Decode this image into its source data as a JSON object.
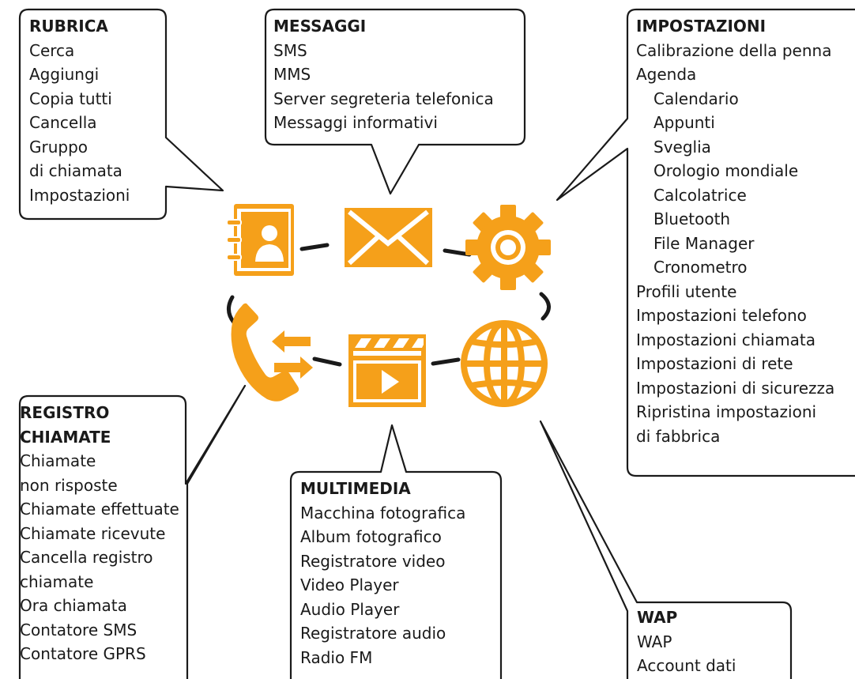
{
  "colors": {
    "accent": "#f5a01a",
    "line": "#1a1a1a",
    "bg": "#ffffff"
  },
  "icons": [
    "contacts-book-icon",
    "envelope-icon",
    "gear-icon",
    "phone-arrows-icon",
    "clapperboard-play-icon",
    "globe-icon"
  ],
  "rubrica": {
    "title": "RUBRICA",
    "items": [
      "Cerca",
      "Aggiungi",
      "Copia tutti",
      "Cancella",
      "Gruppo",
      "di chiamata",
      "Impostazioni"
    ]
  },
  "messaggi": {
    "title": "MESSAGGI",
    "items": [
      "SMS",
      "MMS",
      "Server segreteria telefonica",
      "Messaggi informativi"
    ]
  },
  "impostazioni": {
    "title": "IMPOSTAZIONI",
    "items": [
      "Calibrazione della penna",
      "Agenda"
    ],
    "sub_items": [
      "Calendario",
      "Appunti",
      "Sveglia",
      "Orologio mondiale",
      "Calcolatrice",
      "Bluetooth",
      "File Manager",
      "Cronometro"
    ],
    "more_items": [
      "Profili utente",
      "Impostazioni telefono",
      "Impostazioni chiamata",
      "Impostazioni di rete",
      "Impostazioni di sicurezza",
      "Ripristina impostazioni",
      "di fabbrica"
    ]
  },
  "registro": {
    "title_line1": "REGISTRO",
    "title_line2": "CHIAMATE",
    "items": [
      "Chiamate",
      "non risposte",
      "Chiamate effettuate",
      "Chiamate ricevute",
      "Cancella registro",
      "chiamate",
      "Ora chiamata",
      "Contatore SMS",
      "Contatore GPRS"
    ]
  },
  "multimedia": {
    "title": "MULTIMEDIA",
    "items": [
      "Macchina fotografica",
      "Album fotografico",
      "Registratore video",
      "Video Player",
      "Audio Player",
      "Registratore audio",
      "Radio FM"
    ]
  },
  "wap": {
    "title": "WAP",
    "items": [
      "WAP",
      "Account dati"
    ]
  }
}
